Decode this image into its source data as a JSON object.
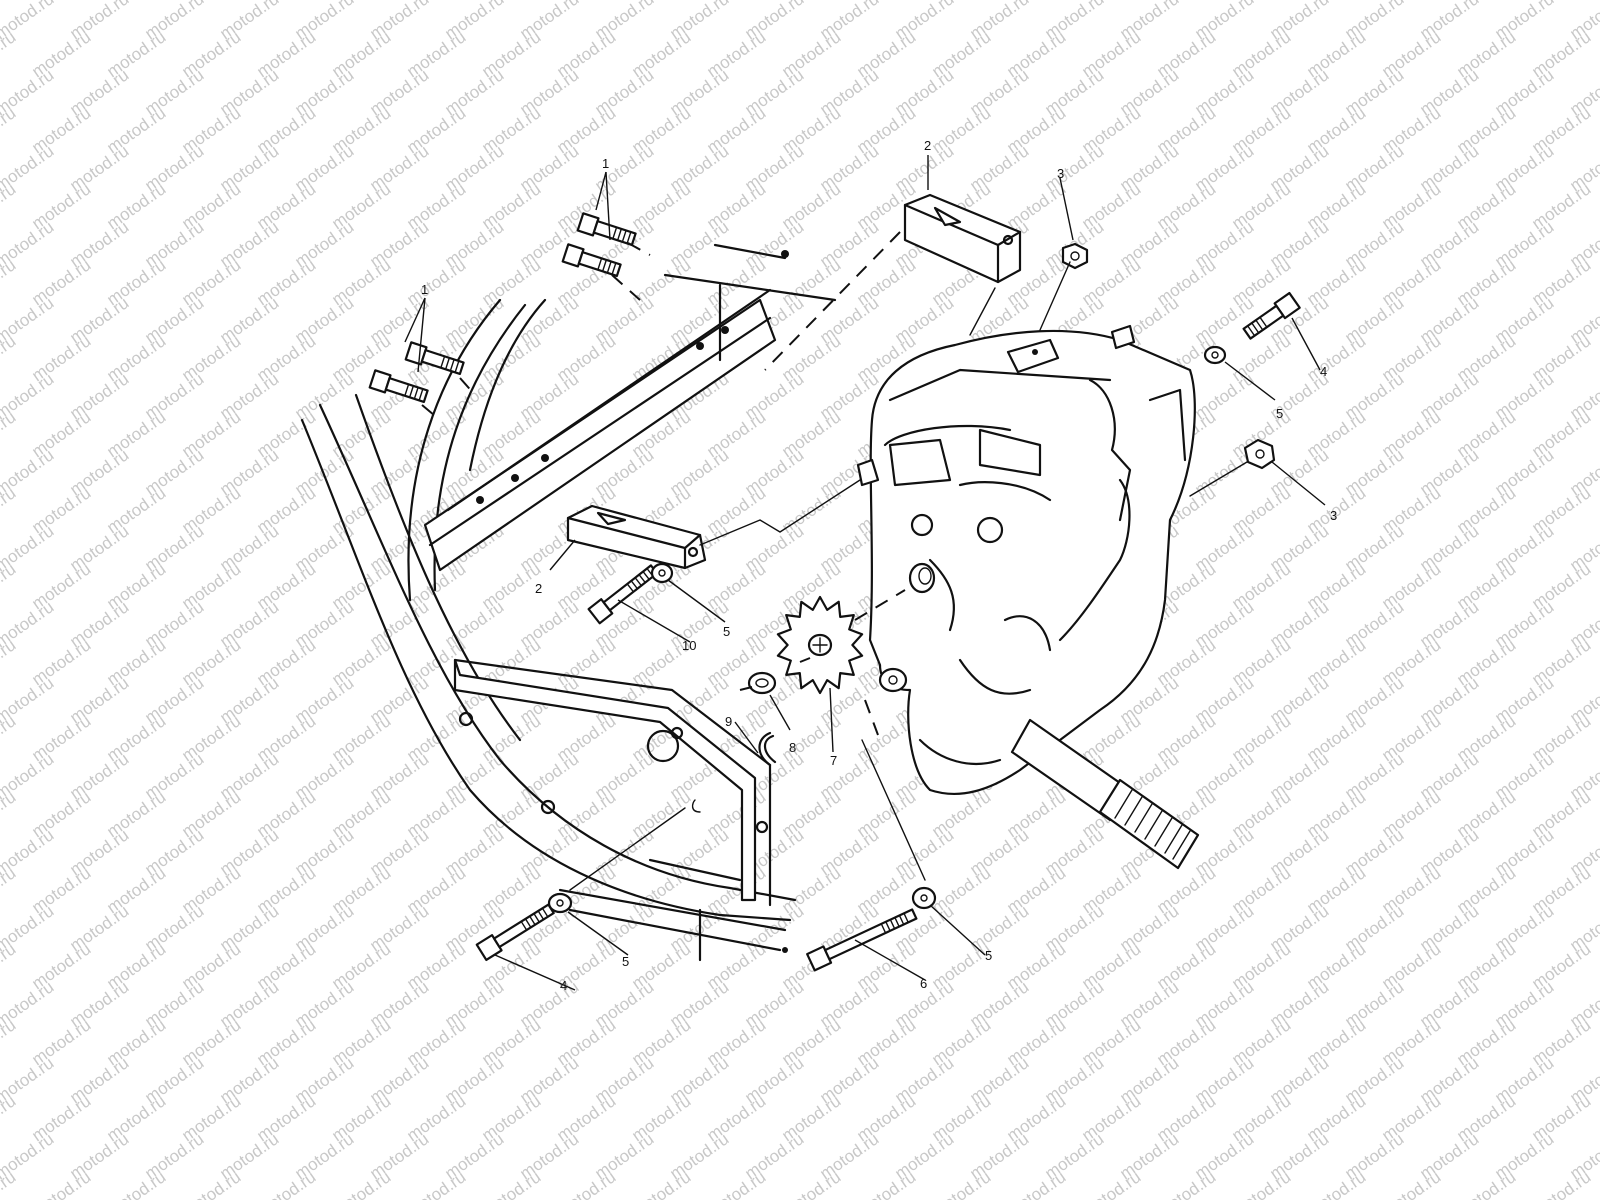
{
  "watermark": {
    "text": "motod.ru",
    "color": "#c8c8c8"
  },
  "parts": [
    {
      "id": "c1a",
      "label": "1"
    },
    {
      "id": "c1b",
      "label": "1"
    },
    {
      "id": "c2a",
      "label": "2"
    },
    {
      "id": "c2b",
      "label": "2"
    },
    {
      "id": "c3a",
      "label": "3"
    },
    {
      "id": "c3b",
      "label": "3"
    },
    {
      "id": "c4a",
      "label": "4"
    },
    {
      "id": "c4b",
      "label": "4"
    },
    {
      "id": "c5a",
      "label": "5"
    },
    {
      "id": "c5b",
      "label": "5"
    },
    {
      "id": "c5c",
      "label": "5"
    },
    {
      "id": "c5d",
      "label": "5"
    },
    {
      "id": "c6",
      "label": "6"
    },
    {
      "id": "c7",
      "label": "7"
    },
    {
      "id": "c8",
      "label": "8"
    },
    {
      "id": "c9",
      "label": "9"
    },
    {
      "id": "c10",
      "label": "10"
    }
  ]
}
